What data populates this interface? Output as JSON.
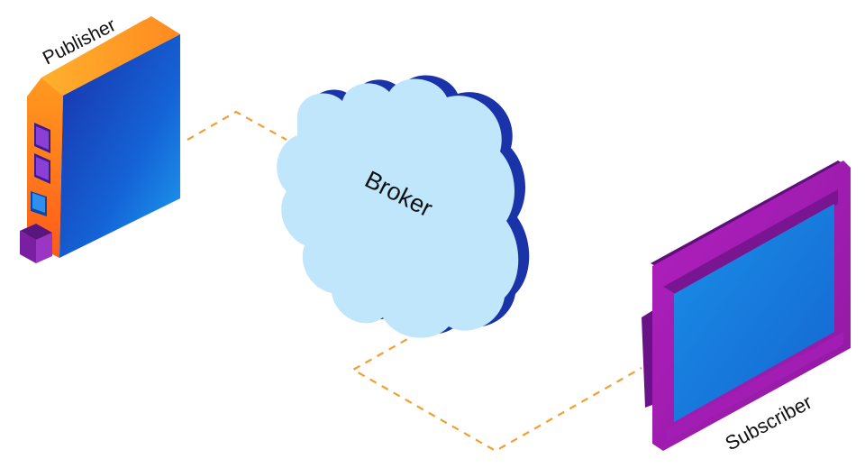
{
  "nodes": {
    "publisher": {
      "label": "Publisher"
    },
    "broker": {
      "label": "Broker"
    },
    "subscriber": {
      "label": "Subscriber"
    }
  },
  "colors": {
    "connector": "#f0a030",
    "server_orange": "#ff7a1a",
    "server_blue": "#1565d8",
    "server_purple": "#7b1fa2",
    "cloud_fill": "#bfe6fb",
    "cloud_edge": "#1a33a8",
    "monitor_frame": "#9c1aa8",
    "monitor_screen": "#1e88e5"
  }
}
